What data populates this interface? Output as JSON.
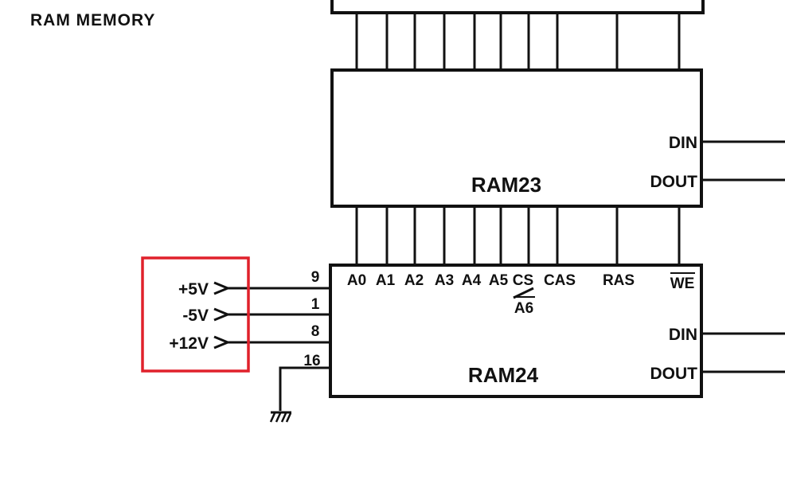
{
  "title": "RAM MEMORY",
  "chips": {
    "ram23": {
      "label": "RAM23",
      "din": "DIN",
      "dout": "DOUT"
    },
    "ram24": {
      "label": "RAM24",
      "din": "DIN",
      "dout": "DOUT"
    }
  },
  "ram24_pins": {
    "a0": "A0",
    "a1": "A1",
    "a2": "A2",
    "a3": "A3",
    "a4": "A4",
    "a5": "A5",
    "cs": "CS",
    "a6": "A6",
    "cas": "CAS",
    "ras": "RAS",
    "we": "WE"
  },
  "power_pins": {
    "p9": "9",
    "p1": "1",
    "p8": "8",
    "p16": "16"
  },
  "supply_rails": {
    "plus5": "+5V",
    "minus5": "-5V",
    "plus12": "+12V"
  },
  "highlight_color": "#e0212b"
}
